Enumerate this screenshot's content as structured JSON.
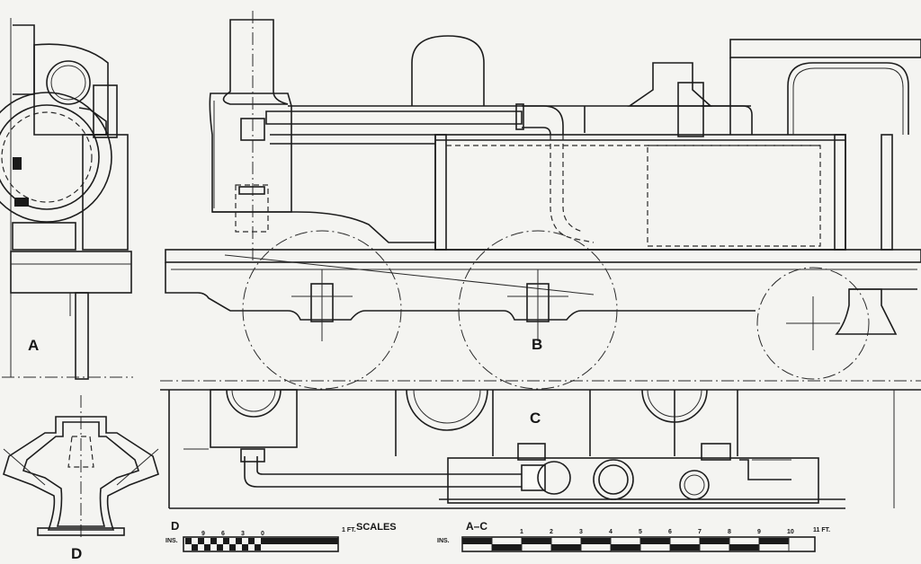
{
  "view_labels": {
    "a": "A",
    "b": "B",
    "c": "C",
    "d": "D"
  },
  "scales": {
    "title": "SCALES",
    "scale_d": {
      "label": "D",
      "units_label": "INS.",
      "ticks": [
        "9",
        "6",
        "3",
        "0"
      ],
      "end_label": "1 FT."
    },
    "scale_ac": {
      "label": "A–C",
      "units_label": "INS.",
      "ticks": [
        "1",
        "2",
        "3",
        "4",
        "5",
        "6",
        "7",
        "8",
        "9",
        "10"
      ],
      "end_label": "11 FT."
    }
  }
}
